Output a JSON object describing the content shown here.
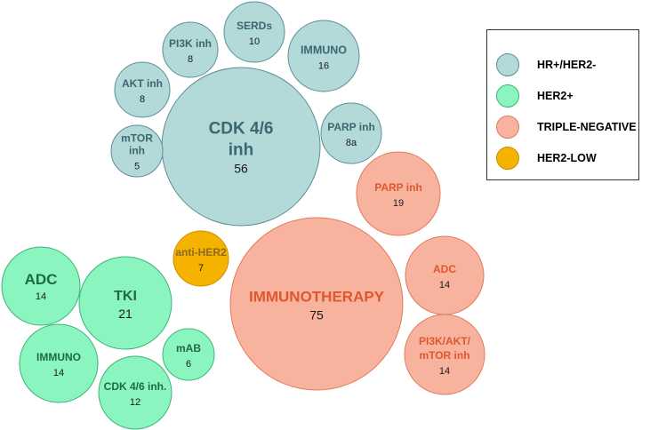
{
  "colors": {
    "hr_pos": {
      "fill": "#b3d9d9",
      "stroke": "#5b8f9a",
      "text": "#3a6870"
    },
    "her2_pos": {
      "fill": "#8af5bf",
      "stroke": "#3fb37a",
      "text": "#1e6b41"
    },
    "triple_negative": {
      "fill": "#f8b39f",
      "stroke": "#e07a5e",
      "text": "#e0562d"
    },
    "her2_low": {
      "fill": "#f5b300",
      "stroke": "#c98e00",
      "text": "#8a6a20"
    }
  },
  "legend": [
    {
      "label": "HR+/HER2-",
      "group": "hr_pos"
    },
    {
      "label": "HER2+",
      "group": "her2_pos"
    },
    {
      "label": "TRIPLE-NEGATIVE",
      "group": "triple_negative"
    },
    {
      "label": "HER2-LOW",
      "group": "her2_low"
    }
  ],
  "chart_data": {
    "type": "bubble",
    "series": [
      {
        "name": "HR+/HER2-",
        "group": "hr_pos",
        "points": [
          {
            "label": [
              "CDK 4/6",
              "inh"
            ],
            "value": "56"
          },
          {
            "label": [
              "SERDs"
            ],
            "value": "10"
          },
          {
            "label": [
              "IMMUNO"
            ],
            "value": "16"
          },
          {
            "label": [
              "PI3K inh"
            ],
            "value": "8"
          },
          {
            "label": [
              "AKT inh"
            ],
            "value": "8"
          },
          {
            "label": [
              "mTOR",
              "inh"
            ],
            "value": "5"
          },
          {
            "label": [
              "PARP inh"
            ],
            "value": "8a"
          }
        ]
      },
      {
        "name": "TRIPLE-NEGATIVE",
        "group": "triple_negative",
        "points": [
          {
            "label": [
              "IMMUNOTHERAPY"
            ],
            "value": "75"
          },
          {
            "label": [
              "PARP inh"
            ],
            "value": "19"
          },
          {
            "label": [
              "ADC"
            ],
            "value": "14"
          },
          {
            "label": [
              "PI3K/AKT/",
              "mTOR inh"
            ],
            "value": "14"
          }
        ]
      },
      {
        "name": "HER2-LOW",
        "group": "her2_low",
        "points": [
          {
            "label": [
              "anti-HER2"
            ],
            "value": "7"
          }
        ]
      },
      {
        "name": "HER2+",
        "group": "her2_pos",
        "points": [
          {
            "label": [
              "TKI"
            ],
            "value": "21"
          },
          {
            "label": [
              "ADC"
            ],
            "value": "14"
          },
          {
            "label": [
              "IMMUNO"
            ],
            "value": "14"
          },
          {
            "label": [
              "CDK 4/6 inh."
            ],
            "value": "12"
          },
          {
            "label": [
              "mAB"
            ],
            "value": "6"
          }
        ]
      }
    ]
  }
}
